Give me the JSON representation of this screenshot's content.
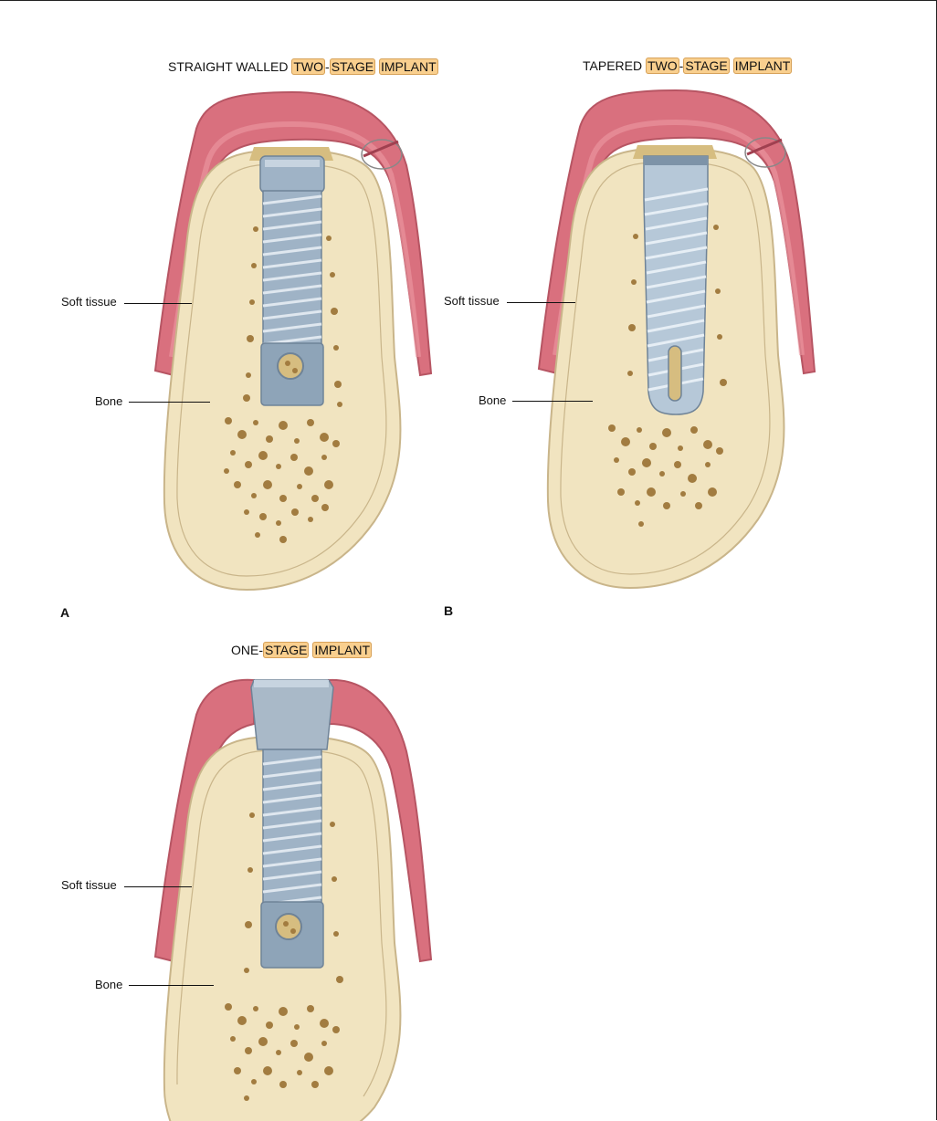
{
  "panel_a": {
    "title": {
      "prefix": "STRAIGHT WALLED ",
      "hl1": "TWO",
      "sep": "-",
      "hl2": "STAGE",
      "hl3": "IMPLANT"
    },
    "label_soft_tissue": "Soft tissue",
    "label_bone": "Bone",
    "letter": "A"
  },
  "panel_b": {
    "title": {
      "prefix": "TAPERED ",
      "hl1": "TWO",
      "sep": "-",
      "hl2": "STAGE",
      "hl3": "IMPLANT"
    },
    "label_soft_tissue": "Soft tissue",
    "label_bone": "Bone",
    "letter": "B"
  },
  "panel_c": {
    "title": {
      "prefix": "ONE",
      "sep": "-",
      "hl1": "STAGE",
      "hl2": "IMPLANT"
    },
    "label_soft_tissue": "Soft tissue",
    "label_bone": "Bone"
  },
  "colors": {
    "highlight": "#f9cf8e",
    "gum": "#d9707e",
    "gum_light": "#ec9aa3",
    "bone": "#f1e4c0",
    "bone_edge": "#c9b58a",
    "trabecular": "#a27c40",
    "implant": "#9fb3c6"
  }
}
